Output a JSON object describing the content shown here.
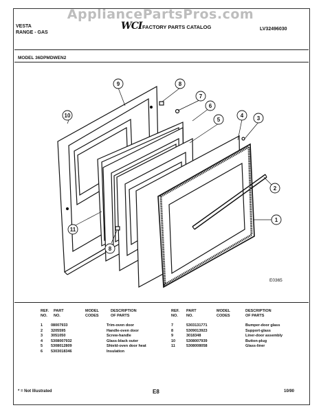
{
  "watermark": "AppliancePartsPros.com",
  "header": {
    "brand": "VESTA",
    "product": "RANGE - GAS",
    "logo": "WCI",
    "catalog_title": "FACTORY PARTS CATALOG",
    "catalog_number": "LV32496030",
    "model": "MODEL 36DPMDWEN2"
  },
  "diagram": {
    "callouts": [
      "1",
      "2",
      "3",
      "4",
      "5",
      "6",
      "7",
      "8",
      "9",
      "10",
      "11",
      "8"
    ],
    "figure_code": "E0365"
  },
  "parts_table": {
    "headers": {
      "ref": [
        "REF.",
        "NO."
      ],
      "part": [
        "PART",
        "NO."
      ],
      "model": [
        "MODEL",
        "CODES"
      ],
      "desc": [
        "DESCRIPTION",
        "OF PARTS"
      ]
    },
    "left": [
      {
        "ref": "1",
        "part": "08007933",
        "model": "",
        "desc": "Trim-oven door"
      },
      {
        "ref": "2",
        "part": "3205595",
        "model": "",
        "desc": "Handle-oven door"
      },
      {
        "ref": "3",
        "part": "3051050",
        "model": "",
        "desc": "Screw-handle"
      },
      {
        "ref": "4",
        "part": "5308007932",
        "model": "",
        "desc": "Glass-black outer"
      },
      {
        "ref": "5",
        "part": "5308012809",
        "model": "",
        "desc": "Shield-oven door heat"
      },
      {
        "ref": "6",
        "part": "5303018346",
        "model": "",
        "desc": "Insulation"
      }
    ],
    "right": [
      {
        "ref": "7",
        "part": "5303131771",
        "model": "",
        "desc": "Bumper-door glass"
      },
      {
        "ref": "8",
        "part": "5309013923",
        "model": "",
        "desc": "Support-glass"
      },
      {
        "ref": "9",
        "part": "3018348",
        "model": "",
        "desc": "Liner-door assembly"
      },
      {
        "ref": "10",
        "part": "5308007939",
        "model": "",
        "desc": "Button-plug"
      },
      {
        "ref": "11",
        "part": "5308008058",
        "model": "",
        "desc": "Glass-liner"
      }
    ]
  },
  "footer": {
    "note": "* = Not Illustrated",
    "page": "E8",
    "date": "10/90"
  }
}
